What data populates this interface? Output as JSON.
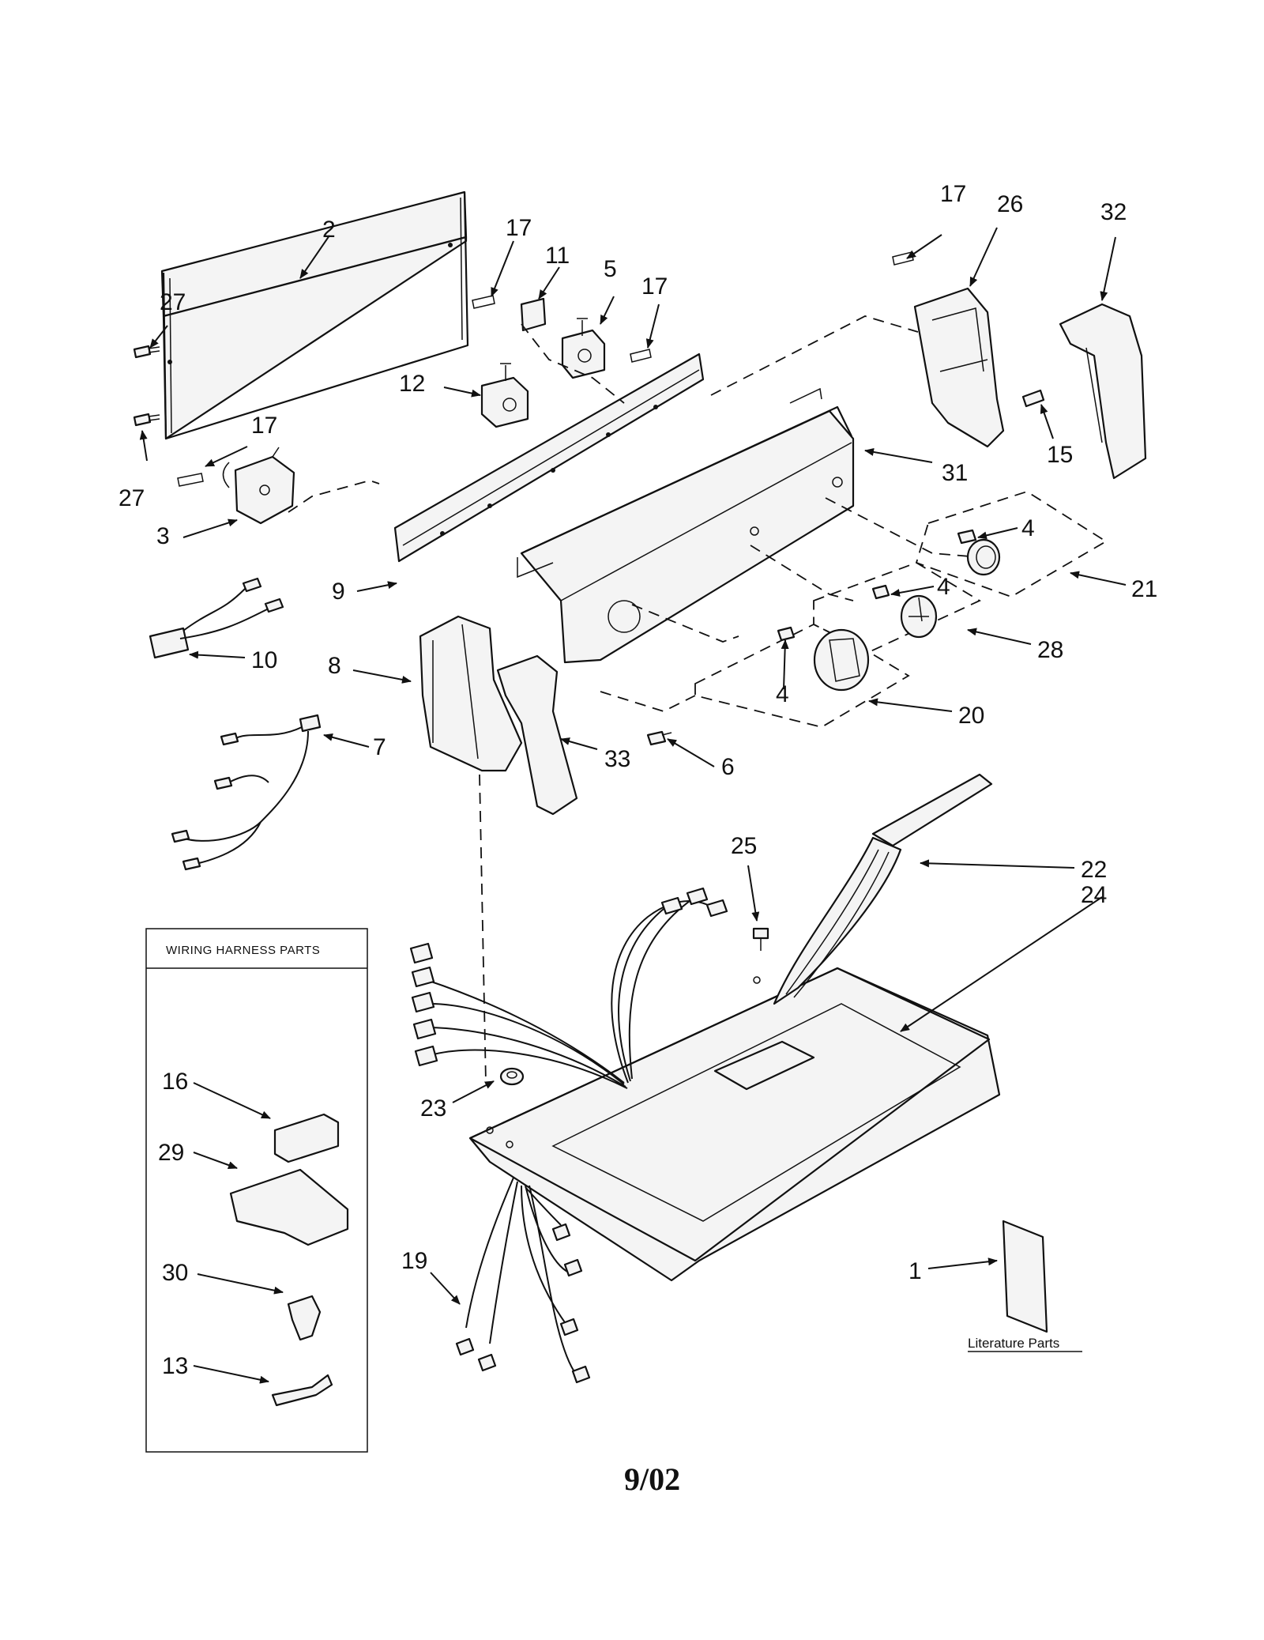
{
  "diagram": {
    "wiring_box_title": "WIRING HARNESS PARTS",
    "literature_label": "Literature Parts",
    "date_code": "9/02",
    "callouts": {
      "c1": "1",
      "c2": "2",
      "c3": "3",
      "c4a": "4",
      "c4b": "4",
      "c4c": "4",
      "c5": "5",
      "c6": "6",
      "c7": "7",
      "c8": "8",
      "c9": "9",
      "c10": "10",
      "c11": "11",
      "c12": "12",
      "c13": "13",
      "c15": "15",
      "c16": "16",
      "c17a": "17",
      "c17b": "17",
      "c17c": "17",
      "c17d": "17",
      "c19": "19",
      "c20": "20",
      "c21": "21",
      "c22": "22",
      "c23": "23",
      "c24": "24",
      "c25": "25",
      "c26": "26",
      "c27a": "27",
      "c27b": "27",
      "c28": "28",
      "c29": "29",
      "c30": "30",
      "c31": "31",
      "c32": "32",
      "c33": "33"
    }
  }
}
